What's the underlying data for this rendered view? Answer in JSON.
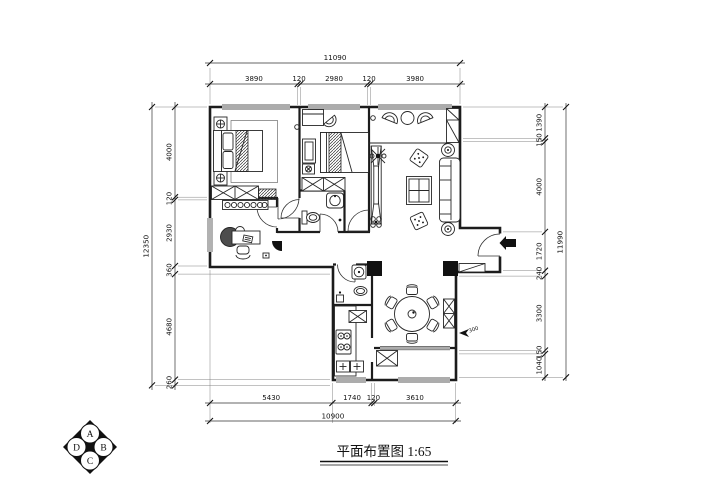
{
  "title": {
    "text": "平面布置图 1:65"
  },
  "compass": {
    "top": "A",
    "right": "B",
    "bottom": "C",
    "left": "D"
  },
  "dimensions": {
    "top": {
      "total": "11090",
      "segments": [
        "3890",
        "120",
        "2980",
        "120",
        "3980"
      ]
    },
    "bottom": {
      "total": "10900",
      "segments": [
        "5430",
        "1740",
        "120",
        "3610"
      ]
    },
    "left": {
      "total": "12350",
      "segments": [
        "4000",
        "120",
        "2930",
        "360",
        "4680",
        "260"
      ]
    },
    "right": {
      "total": "11990",
      "segments": [
        "1390",
        "150",
        "4000",
        "1720",
        "240",
        "3300",
        "150",
        "1040"
      ]
    },
    "floor_level": "300"
  },
  "colors": {
    "line": "#1c1c1c",
    "fill": "#111111",
    "background": "#ffffff"
  }
}
